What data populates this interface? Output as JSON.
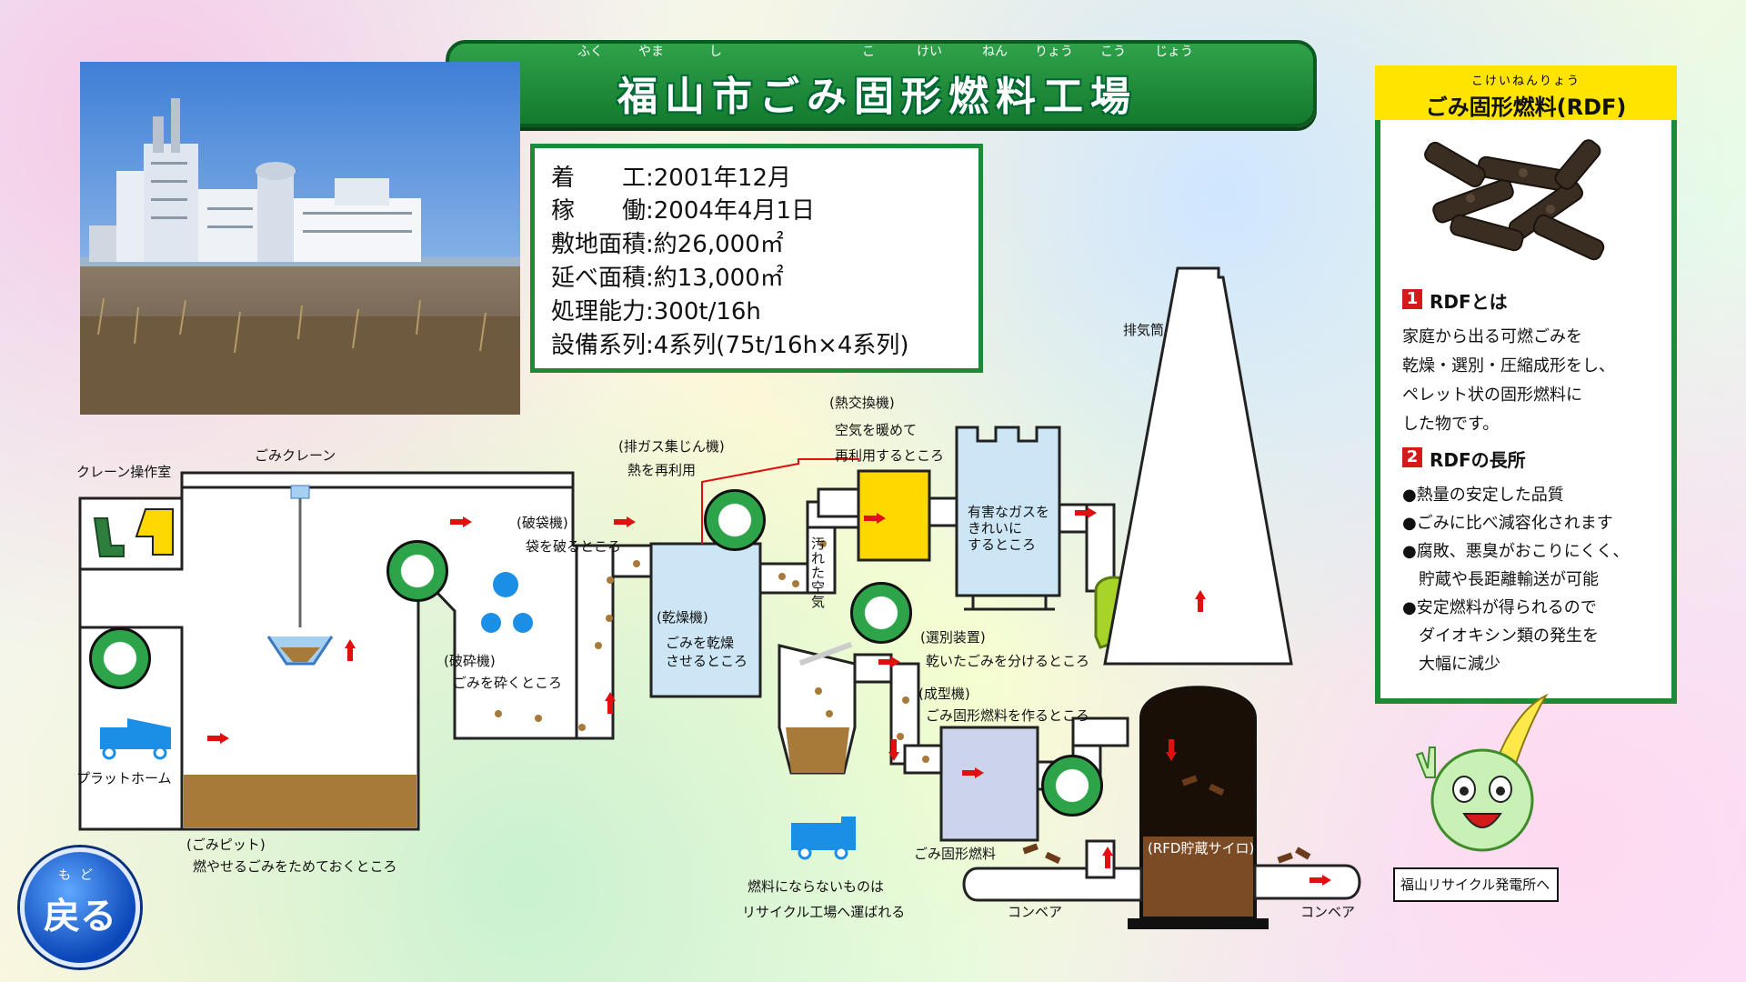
{
  "title": {
    "text": "福山市ごみ固形燃料工場",
    "ruby": [
      "ふく",
      "やま",
      "し",
      "こ",
      "けい",
      "ねん",
      "りょう",
      "こう",
      "じょう"
    ]
  },
  "info": {
    "lines": [
      "着　　工:2001年12月",
      "稼　　働:2004年4月1日",
      "敷地面積:約26,000㎡",
      "延べ面積:約13,000㎡",
      "処理能力:300t/16h",
      "設備系列:4系列(75t/16h×4系列)"
    ]
  },
  "rdf": {
    "title": "ごみ固形燃料(RDF)",
    "title_ruby": "こけいねんりょう",
    "section1_num": "1",
    "section1_title": "RDFとは",
    "section1_lines": [
      "家庭から出る可燃ごみを",
      "乾燥・選別・圧縮成形をし、",
      "ペレット状の固形燃料に",
      "した物です。"
    ],
    "section2_num": "2",
    "section2_title": "RDFの長所",
    "section2_lines": [
      "●熱量の安定した品質",
      "●ごみに比べ減容化されます",
      "●腐敗、悪臭がおこりにくく、",
      "　貯蔵や長距離輸送が可能",
      "●安定燃料が得られるので",
      "　ダイオキシン類の発生を",
      "　大幅に減少"
    ]
  },
  "diagram": {
    "crane_room": "クレーン操作室",
    "garbage_crane": "ごみクレーン",
    "platform": "プラットホーム",
    "pit_name": "(ごみピット)",
    "pit_desc": "燃やせるごみをためておくところ",
    "crusher_name": "(破砕機)",
    "crusher_desc": "ごみを砕くところ",
    "bag_breaker_name": "(破袋機)",
    "bag_breaker_desc": "袋を破るところ",
    "dust_collector_name": "(排ガス集じん機)",
    "dust_collector_desc": "熱を再利用",
    "dryer_name": "(乾燥機)",
    "dryer_desc_1": "ごみを乾燥",
    "dryer_desc_2": "させるところ",
    "heat_exchanger_name": "(熱交換機)",
    "heat_exchanger_desc_1": "空気を暖めて",
    "heat_exchanger_desc_2": "再利用するところ",
    "gas_treatment_desc_1": "有害なガスを",
    "gas_treatment_desc_2": "きれいに",
    "gas_treatment_desc_3": "するところ",
    "dirty_air": "汚れた空気",
    "separator_name": "(選別装置)",
    "separator_desc": "乾いたごみを分けるところ",
    "molder_name": "(成型機)",
    "molder_desc": "ごみ固形燃料を作るところ",
    "rdf_label": "ごみ固形燃料",
    "non_fuel_1": "燃料にならないものは",
    "non_fuel_2": "リサイクル工場へ運ばれる",
    "silo": "(RFD貯蔵サイロ)",
    "conveyor_1": "コンベア",
    "conveyor_2": "コンベア",
    "chimney": "排気筒",
    "recycle_plant": "福山リサイクル発電所へ"
  },
  "back_button": {
    "label": "戻る",
    "ruby": "もど"
  },
  "colors": {
    "banner_green": "#1c8a36",
    "arrow_red": "#e01010",
    "heat_exchanger_yellow": "#ffd800",
    "box_blue": "#cde6f5",
    "fan_green": "#a8d42a"
  }
}
